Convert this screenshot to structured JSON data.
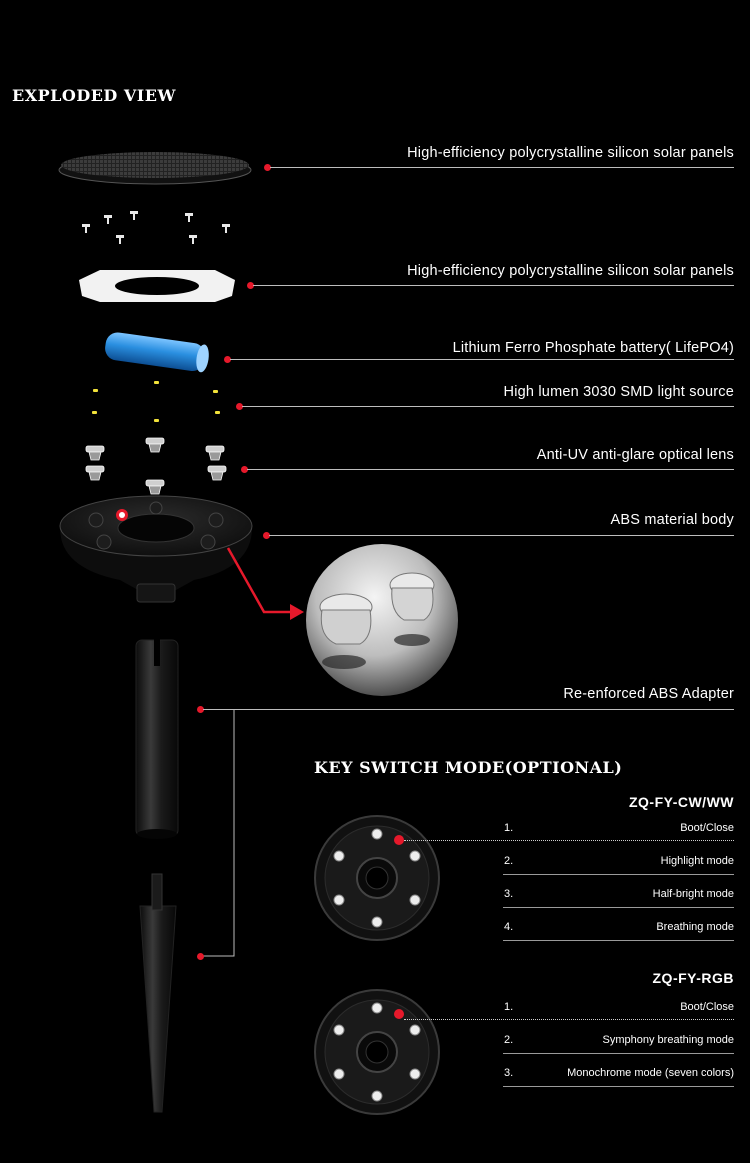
{
  "heading": {
    "exploded": "EXPLODED VIEW",
    "key_switch": "KEY SWITCH MODE(OPTIONAL)"
  },
  "callouts": [
    {
      "label": "High-efficiency polycrystalline silicon solar panels"
    },
    {
      "label": "High-efficiency polycrystalline silicon solar panels"
    },
    {
      "label": "Lithium Ferro Phosphate battery( LifePO4)"
    },
    {
      "label": "High lumen 3030 SMD light source"
    },
    {
      "label": "Anti-UV anti-glare optical lens"
    },
    {
      "label": "ABS material body"
    },
    {
      "label": "Re-enforced ABS Adapter"
    }
  ],
  "models": [
    {
      "name": "ZQ-FY-CW/WW",
      "modes": [
        {
          "num": "1.",
          "label": "Boot/Close"
        },
        {
          "num": "2.",
          "label": "Highlight mode"
        },
        {
          "num": "3.",
          "label": "Half-bright mode"
        },
        {
          "num": "4.",
          "label": "Breathing mode"
        }
      ]
    },
    {
      "name": "ZQ-FY-RGB",
      "modes": [
        {
          "num": "1.",
          "label": "Boot/Close"
        },
        {
          "num": "2.",
          "label": "Symphony breathing mode"
        },
        {
          "num": "3.",
          "label": "Monochrome mode (seven colors)"
        }
      ]
    }
  ],
  "colors": {
    "accent_red": "#e6192b",
    "battery_blue": "#2a8fe0",
    "led_yellow": "#f2e23a",
    "line_gray": "#bdbdbd"
  },
  "icons": [
    "solar-panel-icon",
    "screw-icon",
    "gasket-icon",
    "battery-icon",
    "led-chip-icon",
    "lens-icon",
    "body-housing-icon",
    "adapter-tube-icon",
    "ground-spike-icon",
    "lens-closeup-icon",
    "light-head-bottom-icon"
  ]
}
